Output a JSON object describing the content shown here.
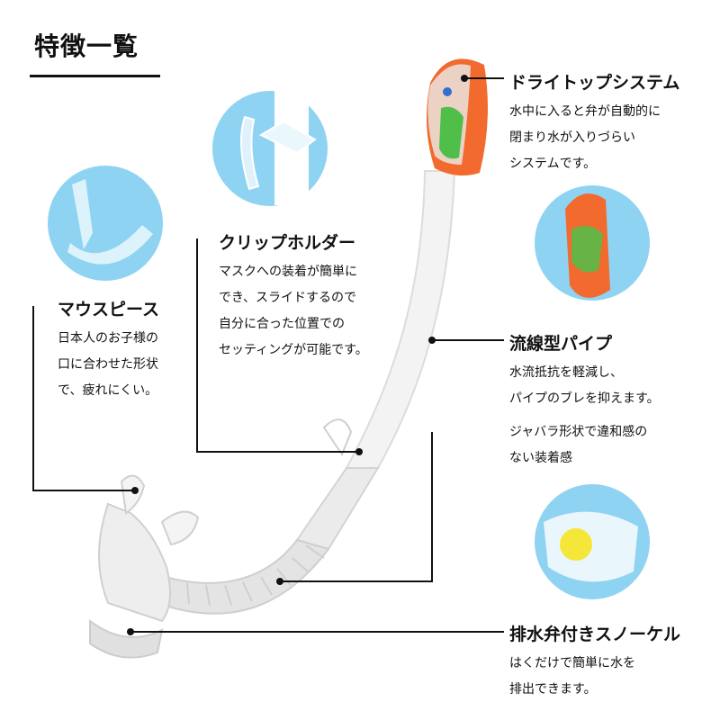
{
  "title": "特徴一覧",
  "colors": {
    "accent_blue": "#8fd3f2",
    "orange": "#f26a2d",
    "line": "#111111"
  },
  "features": {
    "dry_top": {
      "heading": "ドライトップシステム",
      "lines": [
        "水中に入ると弁が自動的に",
        "閉まり水が入りづらい",
        "システムです。"
      ]
    },
    "clip_holder": {
      "heading": "クリップホルダー",
      "lines": [
        "マスクへの装着が簡単に",
        "でき、スライドするので",
        "自分に合った位置での",
        "セッティングが可能です。"
      ]
    },
    "mouthpiece": {
      "heading": "マウスピース",
      "lines": [
        "日本人のお子様の",
        "口に合わせた形状",
        "で、疲れにくい。"
      ]
    },
    "streamline_pipe": {
      "heading": "流線型パイプ",
      "lines": [
        "水流抵抗を軽減し、",
        "パイプのブレを抑えます。"
      ]
    },
    "bellows": {
      "lines": [
        "ジャバラ形状で違和感の",
        "ない装着感"
      ]
    },
    "drain_valve": {
      "heading": "排水弁付きスノーケル",
      "lines": [
        "はくだけで簡単に水を",
        "排出できます。"
      ]
    }
  }
}
